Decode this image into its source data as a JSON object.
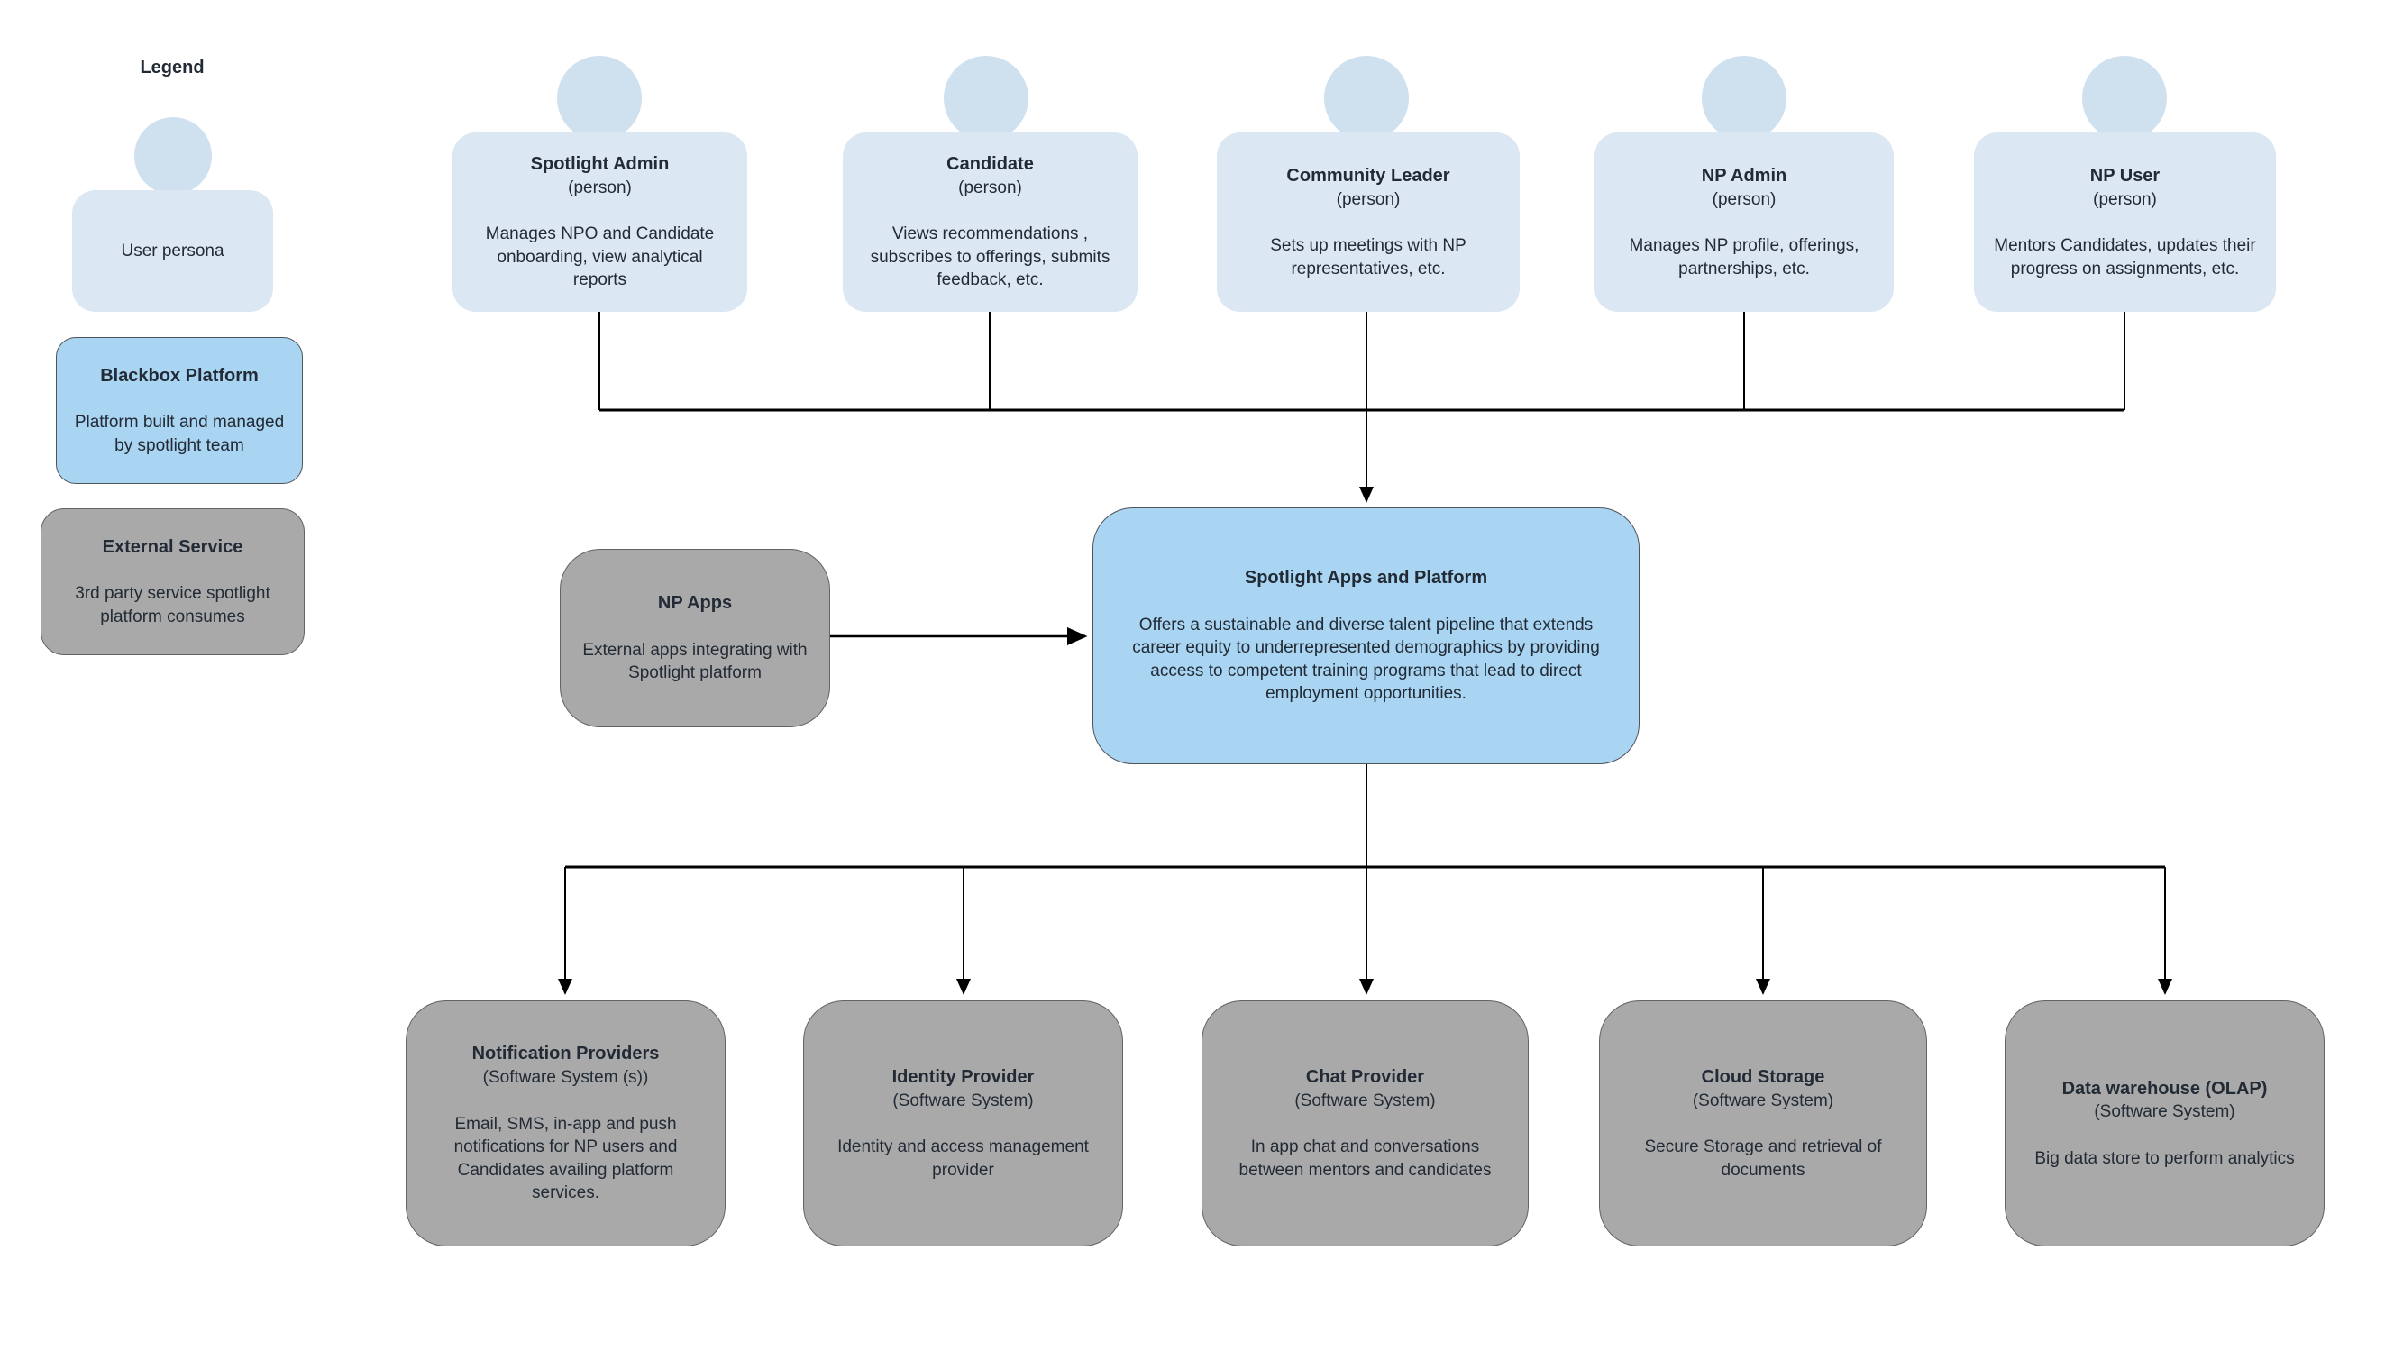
{
  "legend": {
    "title": "Legend",
    "user_persona": {
      "label": "User persona"
    },
    "blackbox": {
      "title": "Blackbox Platform",
      "desc": "Platform built and managed by spotlight team"
    },
    "external": {
      "title": "External Service",
      "desc": "3rd party service spotlight platform consumes"
    }
  },
  "personas": [
    {
      "name": "Spotlight Admin",
      "type": "(person)",
      "desc": "Manages NPO and Candidate onboarding, view analytical reports"
    },
    {
      "name": "Candidate",
      "type": "(person)",
      "desc": "Views recommendations , subscribes to offerings, submits feedback, etc."
    },
    {
      "name": "Community Leader",
      "type": "(person)",
      "desc": "Sets up meetings with NP representatives, etc."
    },
    {
      "name": "NP Admin",
      "type": "(person)",
      "desc": "Manages NP profile, offerings, partnerships, etc."
    },
    {
      "name": "NP User",
      "type": "(person)",
      "desc": "Mentors Candidates, updates their progress on assignments, etc."
    }
  ],
  "np_apps": {
    "title": "NP Apps",
    "desc": "External apps integrating with Spotlight platform"
  },
  "platform": {
    "title": "Spotlight Apps and Platform",
    "desc": "Offers a sustainable and diverse talent pipeline that extends career equity to underrepresented demographics by providing access to competent training programs that lead to direct employment opportunities."
  },
  "services": [
    {
      "name": "Notification Providers",
      "type": "(Software System (s))",
      "desc": "Email, SMS, in-app  and push notifications for NP users and Candidates availing platform services."
    },
    {
      "name": "Identity Provider",
      "type": "(Software System)",
      "desc": "Identity and access management provider"
    },
    {
      "name": "Chat Provider",
      "type": "(Software System)",
      "desc": "In app chat and conversations between mentors and candidates"
    },
    {
      "name": "Cloud Storage",
      "type": "(Software System)",
      "desc": "Secure Storage and retrieval of documents"
    },
    {
      "name": "Data warehouse (OLAP)",
      "type": "(Software System)",
      "desc": "Big data store to perform analytics"
    }
  ],
  "colors": {
    "person_fill": "#dbe7f3",
    "person_head": "#cfe0ee",
    "platform_fill": "#a9d4f2",
    "external_fill": "#a9a9a9",
    "line": "#000000",
    "text": "#222b35"
  }
}
